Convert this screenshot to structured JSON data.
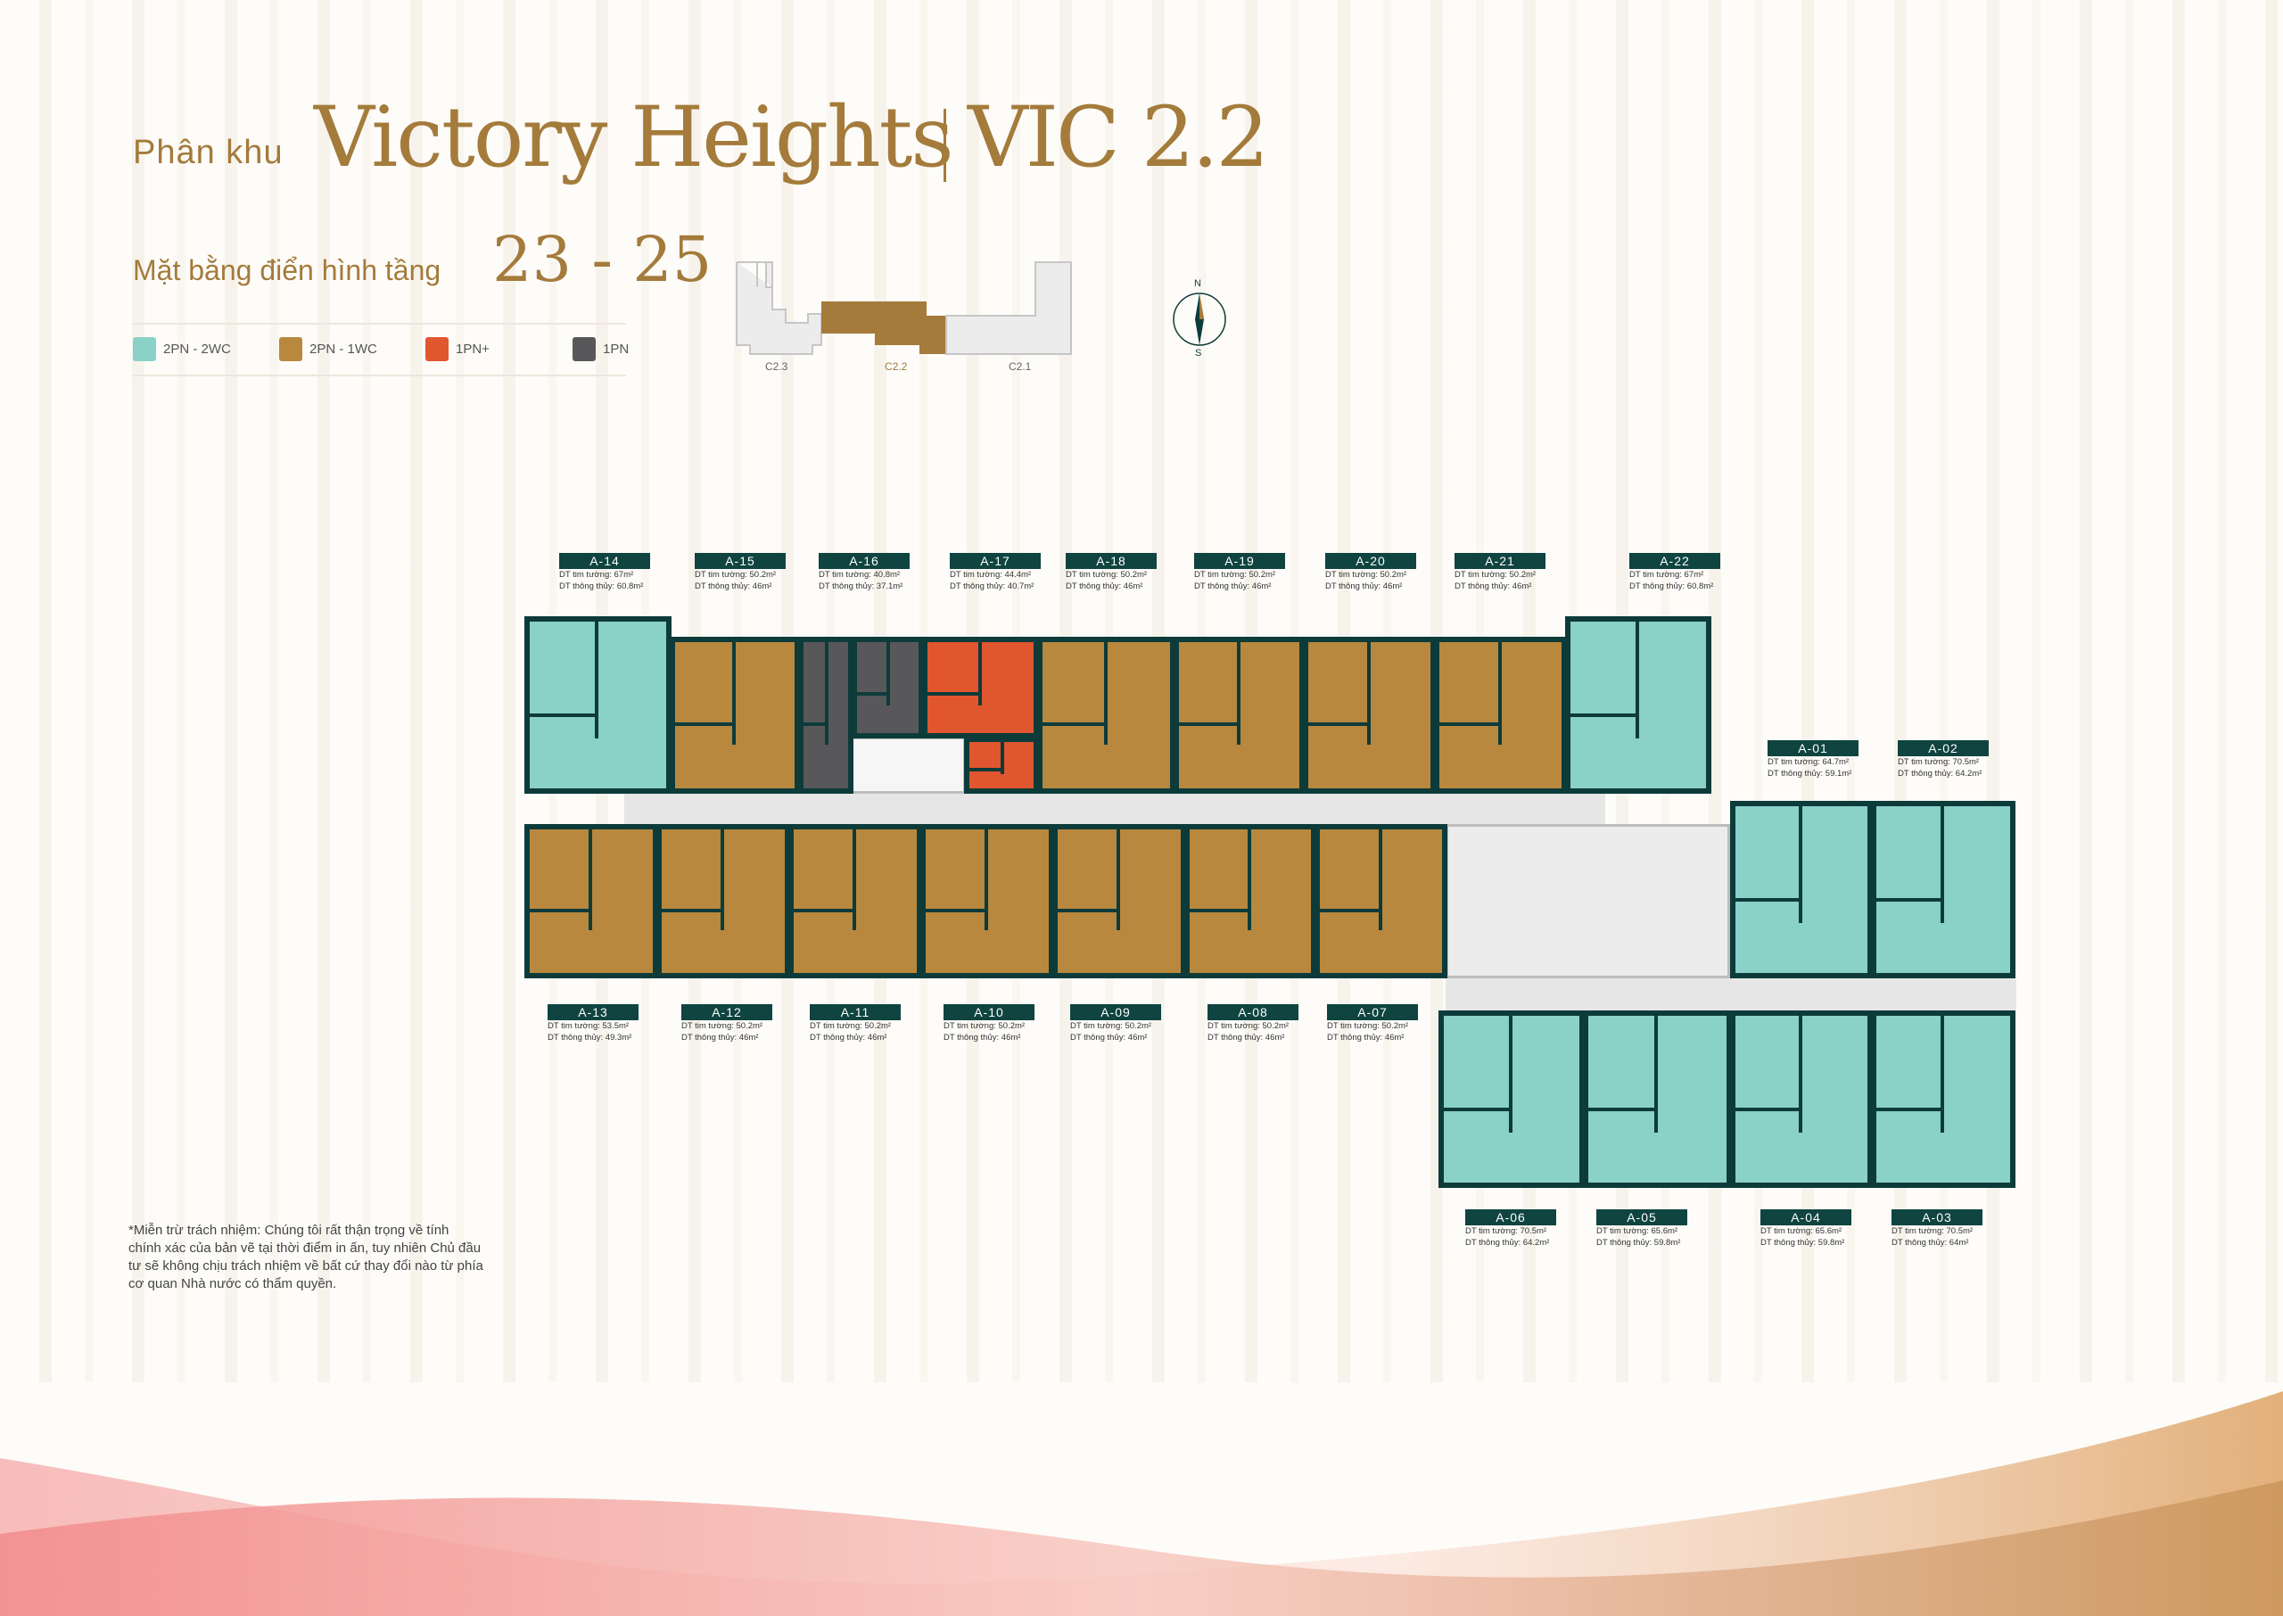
{
  "header": {
    "prefix": "Phân khu",
    "title": "Victory Heights",
    "code": "VIC 2.2",
    "subtitle": "Mặt bằng điển hình tầng",
    "floors": "23 - 25"
  },
  "legend": [
    {
      "label": "2PN - 2WC",
      "color": "#8ad1c8"
    },
    {
      "label": "2PN - 1WC",
      "color": "#b8883e"
    },
    {
      "label": "1PN+",
      "color": "#e0562e"
    },
    {
      "label": "1PN",
      "color": "#58585a"
    }
  ],
  "keyplan": {
    "labels": [
      "C2.3",
      "C2.2",
      "C2.1"
    ],
    "highlight_color": "#a47b3b"
  },
  "compass": {
    "north": "N",
    "south": "S"
  },
  "units": [
    {
      "id": "A-01",
      "type": "2pn2wc",
      "wall": "DT tim tường: 64.7m²",
      "clear": "DT thông thủy: 59.1m²"
    },
    {
      "id": "A-02",
      "type": "2pn2wc",
      "wall": "DT tim tường: 70.5m²",
      "clear": "DT thông thủy: 64.2m²"
    },
    {
      "id": "A-03",
      "type": "2pn2wc",
      "wall": "DT tim tường: 70.5m²",
      "clear": "DT thông thủy: 64m²"
    },
    {
      "id": "A-04",
      "type": "2pn2wc",
      "wall": "DT tim tường: 65.6m²",
      "clear": "DT thông thủy: 59.8m²"
    },
    {
      "id": "A-05",
      "type": "2pn2wc",
      "wall": "DT tim tường: 65.6m²",
      "clear": "DT thông thủy: 59.8m²"
    },
    {
      "id": "A-06",
      "type": "2pn2wc",
      "wall": "DT tim tường: 70.5m²",
      "clear": "DT thông thủy: 64.2m²"
    },
    {
      "id": "A-07",
      "type": "2pn1wc",
      "wall": "DT tim tường: 50.2m²",
      "clear": "DT thông thủy: 46m²"
    },
    {
      "id": "A-08",
      "type": "2pn1wc",
      "wall": "DT tim tường: 50.2m²",
      "clear": "DT thông thủy: 46m²"
    },
    {
      "id": "A-09",
      "type": "2pn1wc",
      "wall": "DT tim tường: 50.2m²",
      "clear": "DT thông thủy: 46m²"
    },
    {
      "id": "A-10",
      "type": "2pn1wc",
      "wall": "DT tim tường: 50.2m²",
      "clear": "DT thông thủy: 46m²"
    },
    {
      "id": "A-11",
      "type": "2pn1wc",
      "wall": "DT tim tường: 50.2m²",
      "clear": "DT thông thủy: 46m²"
    },
    {
      "id": "A-12",
      "type": "2pn1wc",
      "wall": "DT tim tường: 50.2m²",
      "clear": "DT thông thủy: 46m²"
    },
    {
      "id": "A-13",
      "type": "2pn1wc",
      "wall": "DT tim tường: 53.5m²",
      "clear": "DT thông thủy: 49.3m²"
    },
    {
      "id": "A-14",
      "type": "2pn2wc",
      "wall": "DT tim tường: 67m²",
      "clear": "DT thông thủy: 60.8m²"
    },
    {
      "id": "A-15",
      "type": "2pn1wc",
      "wall": "DT tim tường: 50.2m²",
      "clear": "DT thông thủy: 46m²"
    },
    {
      "id": "A-16",
      "type": "1pn",
      "wall": "DT tim tường: 40.8m²",
      "clear": "DT thông thủy: 37.1m²"
    },
    {
      "id": "A-17",
      "type": "1pnplus",
      "wall": "DT tim tường: 44.4m²",
      "clear": "DT thông thủy: 40.7m²"
    },
    {
      "id": "A-18",
      "type": "2pn1wc",
      "wall": "DT tim tường: 50.2m²",
      "clear": "DT thông thủy: 46m²"
    },
    {
      "id": "A-19",
      "type": "2pn1wc",
      "wall": "DT tim tường: 50.2m²",
      "clear": "DT thông thủy: 46m²"
    },
    {
      "id": "A-20",
      "type": "2pn1wc",
      "wall": "DT tim tường: 50.2m²",
      "clear": "DT thông thủy: 46m²"
    },
    {
      "id": "A-21",
      "type": "2pn1wc",
      "wall": "DT tim tường: 50.2m²",
      "clear": "DT thông thủy: 46m²"
    },
    {
      "id": "A-22",
      "type": "2pn2wc",
      "wall": "DT tim tường: 67m²",
      "clear": "DT thông thủy: 60.8m²"
    }
  ],
  "disclaimer": "*Miễn trừ trách nhiệm: Chúng tôi rất thận trọng về tính chính xác của bản vẽ tại thời điểm in ấn, tuy nhiên Chủ đầu tư sẽ không chịu trách nhiệm về bất cứ thay đổi nào từ phía cơ quan Nhà nước có thẩm quyền."
}
